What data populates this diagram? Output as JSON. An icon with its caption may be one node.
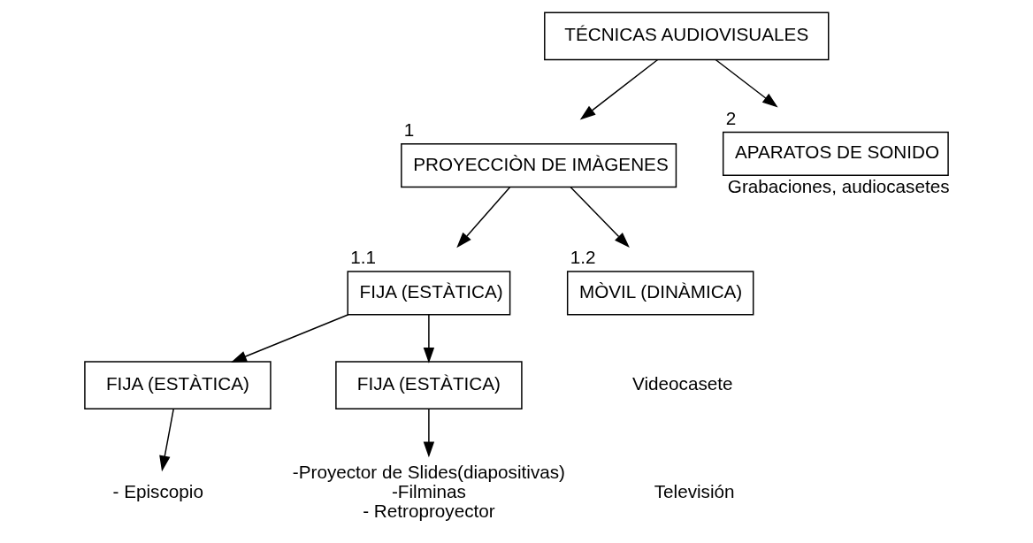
{
  "diagram": {
    "nodes": [
      {
        "text": [
          "TÉCNICAS AUDIOVISUALES"
        ]
      },
      {
        "text": [
          "PROYECCIÒN DE IMÀGENES"
        ],
        "beside": [
          "1"
        ]
      },
      {
        "text": [
          "APARATOS DE SONIDO"
        ],
        "beside": [
          "2",
          "Grabaciones, audiocasetes"
        ]
      },
      {
        "text": [
          "FIJA (ESTÀTICA)"
        ],
        "beside": [
          "1.1"
        ]
      },
      {
        "text": [
          "MÒVIL (DINÀMICA)"
        ],
        "beside": [
          "1.2"
        ]
      },
      {
        "text": [
          "FIJA (ESTÀTICA)"
        ]
      },
      {
        "text": [
          "FIJA (ESTÀTICA)"
        ]
      },
      {
        "text": [
          "- Episcopio"
        ]
      },
      {
        "text": [
          "-Proyector de Slides(diapositivas)",
          "-Filminas",
          "- Retroproyector"
        ]
      }
    ],
    "edges": [
      {
        "from": 0,
        "to": 1,
        "arrow": "to"
      },
      {
        "from": 0,
        "to": 2,
        "arrow": "to"
      },
      {
        "from": 1,
        "to": 3,
        "arrow": "to"
      },
      {
        "from": 1,
        "to": 4,
        "arrow": "to"
      },
      {
        "from": 3,
        "to": 5,
        "arrow": "to"
      },
      {
        "from": 3,
        "to": 6,
        "arrow": "to"
      },
      {
        "from": 5,
        "to": 7,
        "arrow": "to"
      },
      {
        "from": 6,
        "to": 8,
        "arrow": "to"
      }
    ],
    "labels": [
      "Videocasete",
      "Televisión"
    ]
  }
}
